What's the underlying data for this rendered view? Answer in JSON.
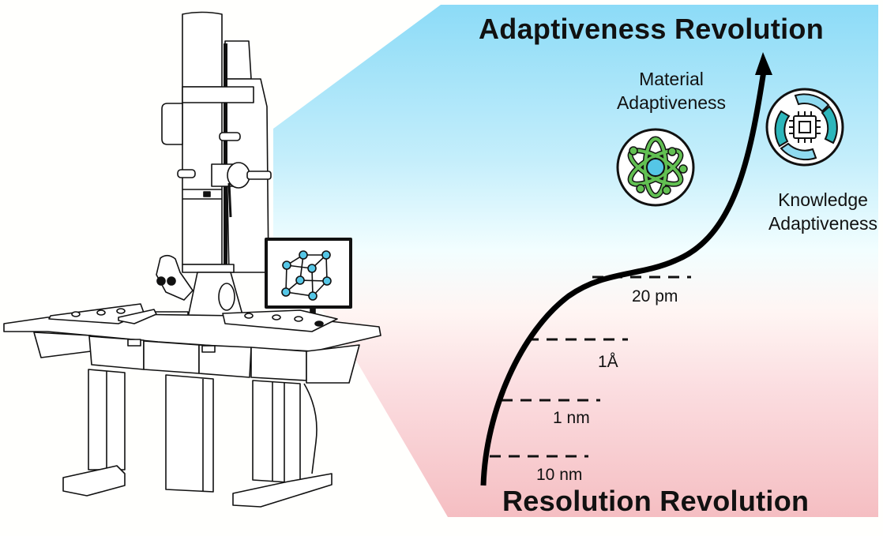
{
  "diagram": {
    "title_top": "Adaptiveness Revolution",
    "title_bottom": "Resolution Revolution",
    "labels": {
      "material": [
        "Material",
        "Adaptiveness"
      ],
      "knowledge": [
        "Knowledge",
        "Adaptiveness"
      ]
    },
    "resolution_levels": [
      "10 nm",
      "1 nm",
      "1Å",
      "20 pm"
    ],
    "icons": {
      "material": "atom-icon",
      "knowledge": "chip-cycle-icon",
      "monitor": "crystal-lattice-icon",
      "instrument": "electron-microscope-illustration"
    },
    "colors": {
      "sky_top": "#8fdcf6",
      "sky_mid": "#eafcfd",
      "pink_bottom": "#f5bfc3",
      "atom_green": "#62c052",
      "nucleus_blue": "#55c6e6",
      "cycle_teal": "#2db6bb",
      "cycle_light": "#8fdaf0"
    }
  }
}
